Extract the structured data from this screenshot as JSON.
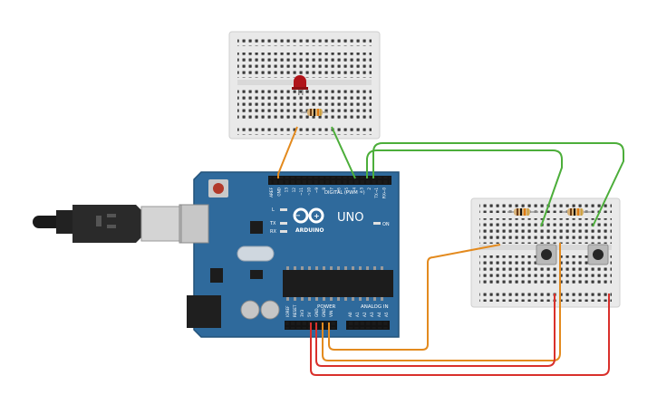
{
  "board": {
    "header_digital": "DIGITAL (PWM ~)",
    "logo": "UNO",
    "brand": "ARDUINO",
    "on_label": "ON",
    "power_label": "POWER",
    "analog_label": "ANALOG IN",
    "led_l": "L",
    "tx": "TX",
    "rx": "RX",
    "top_pins": [
      "AREF",
      "GND",
      "13",
      "12",
      "~11",
      "~10",
      "~9",
      "8",
      "7",
      "~6",
      "~5",
      "4",
      "~3",
      "2",
      "TX→1",
      "RX←0"
    ],
    "power_pins": [
      "IOREF",
      "RESET",
      "3V3",
      "5V",
      "GND",
      "GND",
      "VIN"
    ],
    "analog_pins": [
      "A0",
      "A1",
      "A2",
      "A3",
      "A4",
      "A5"
    ]
  },
  "colors": {
    "board": "#2f6a9c",
    "breadboard": "#e9e9e9",
    "wire_orange": "#e38a1e",
    "wire_green": "#4cae3a",
    "wire_red": "#d9302b",
    "led": "#b0141a"
  },
  "components": {
    "usb_cable": "usb-cable-icon",
    "led": "red-led-icon",
    "resistors": 3,
    "pushbuttons": 2
  }
}
